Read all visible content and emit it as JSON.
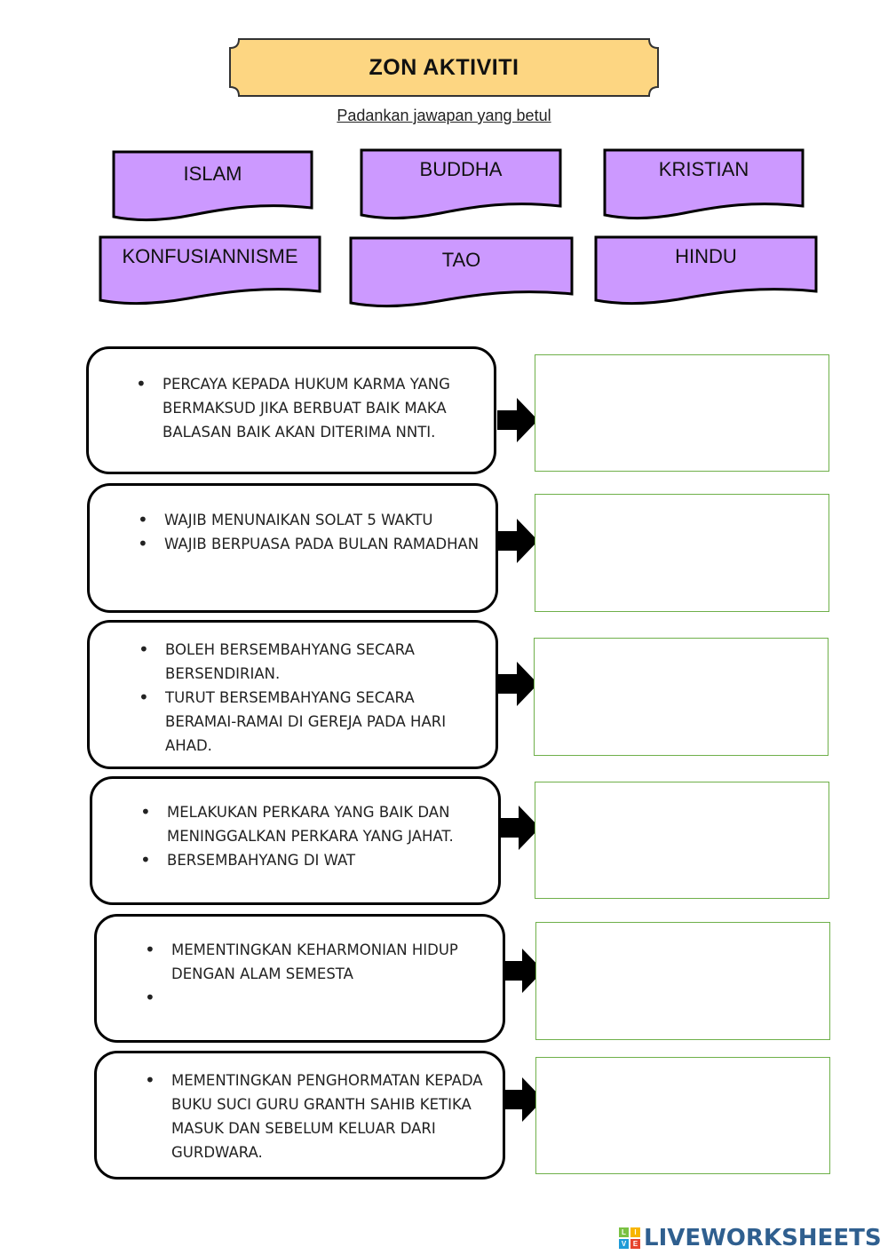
{
  "header": {
    "title": "ZON AKTIVITI",
    "instruction": "Padankan jawapan yang betul"
  },
  "labels": [
    "ISLAM",
    "BUDDHA",
    "KRISTIAN",
    "KONFUSIANNISME",
    "TAO",
    "HINDU"
  ],
  "statements": [
    {
      "bullets": [
        "PERCAYA KEPADA HUKUM KARMA YANG BERMAKSUD JIKA BERBUAT BAIK MAKA BALASAN BAIK AKAN DITERIMA NNTI."
      ]
    },
    {
      "bullets": [
        "WAJIB MENUNAIKAN SOLAT 5 WAKTU",
        "WAJIB BERPUASA PADA BULAN RAMADHAN"
      ]
    },
    {
      "bullets": [
        "BOLEH BERSEMBAHYANG SECARA BERSENDIRIAN.",
        "TURUT BERSEMBAHYANG SECARA BERAMAI-RAMAI DI GEREJA PADA HARI AHAD."
      ]
    },
    {
      "bullets": [
        "MELAKUKAN PERKARA YANG BAIK DAN MENINGGALKAN PERKARA YANG JAHAT.",
        "BERSEMBAHYANG DI WAT"
      ]
    },
    {
      "bullets": [
        "MEMENTINGKAN KEHARMONIAN HIDUP DENGAN ALAM SEMESTA",
        ""
      ]
    },
    {
      "bullets": [
        "MEMENTINGKAN PENGHORMATAN KEPADA BUKU SUCI GURU GRANTH SAHIB KETIKA MASUK DAN SEBELUM KELUAR DARI GURDWARA."
      ]
    }
  ],
  "footer": {
    "brand": "LIVEWORKSHEETS",
    "logo_letters": [
      "L",
      "I",
      "V",
      "E"
    ]
  },
  "colors": {
    "banner_fill": "#fdd682",
    "card_fill": "#cc99ff",
    "answer_border": "#6fb04a",
    "brand": "#2f5f8f"
  }
}
